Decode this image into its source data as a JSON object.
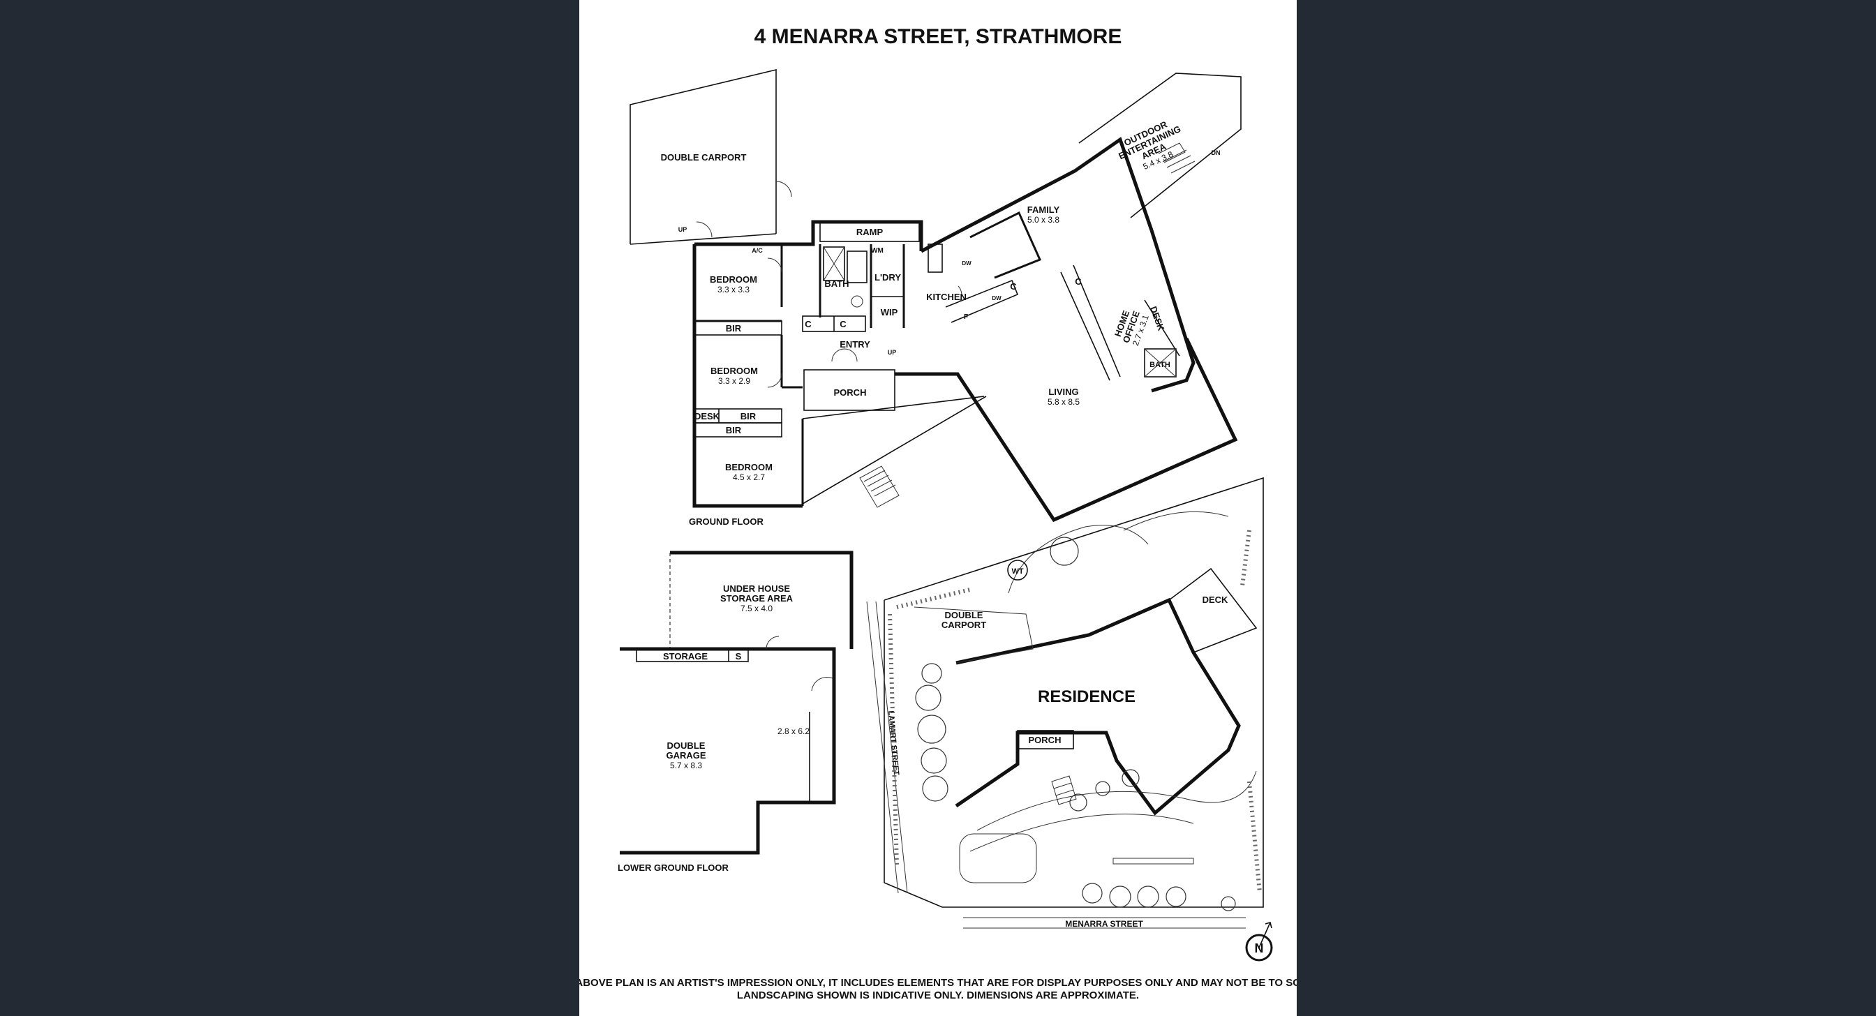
{
  "title": "4 MENARRA STREET, STRATHMORE",
  "ground_floor": {
    "label": "GROUND FLOOR",
    "rooms": {
      "double_carport": "DOUBLE CARPORT",
      "bedroom1": {
        "name": "BEDROOM",
        "dims": "3.3 x 3.3"
      },
      "bedroom2": {
        "name": "BEDROOM",
        "dims": "3.3 x 2.9"
      },
      "bedroom3": {
        "name": "BEDROOM",
        "dims": "4.5 x 2.7"
      },
      "bir1": "BIR",
      "bir2": "BIR",
      "bir3": "BIR",
      "desk1": "DESK",
      "bath": "BATH",
      "laundry": "L'DRY",
      "wm": "WM",
      "wip": "WIP",
      "kitchen": "KITCHEN",
      "ramp": "RAMP",
      "entry": "ENTRY",
      "porch": "PORCH",
      "family": {
        "name": "FAMILY",
        "dims": "5.0 x 3.8"
      },
      "living": {
        "name": "LIVING",
        "dims": "5.8 x 8.5"
      },
      "outdoor": {
        "line1": "OUTDOOR",
        "line2": "ENTERTAINING",
        "line3": "AREA",
        "dims": "5.4 x 3.8"
      },
      "home_office": {
        "line1": "HOME",
        "line2": "OFFICE",
        "dims": "2.7 x 3.1"
      },
      "desk2": "DESK",
      "bath2": "BATH",
      "c1": "C",
      "c2": "C",
      "c3": "C",
      "c4": "C",
      "f": "F",
      "dw1": "DW",
      "dw2": "DW",
      "ac": "A/C",
      "up1": "UP",
      "up2": "UP",
      "dn": "DN"
    }
  },
  "lower_ground_floor": {
    "label": "LOWER GROUND FLOOR",
    "rooms": {
      "under_house": {
        "line1": "UNDER HOUSE",
        "line2": "STORAGE AREA",
        "dims": "7.5 x 4.0"
      },
      "storage": "STORAGE",
      "s": "S",
      "garage": {
        "line1": "DOUBLE",
        "line2": "GARAGE",
        "dims": "5.7 x 8.3"
      },
      "workshop_dims": "2.8 x 6.2"
    }
  },
  "site": {
    "residence": "RESIDENCE",
    "double_carport": {
      "line1": "DOUBLE",
      "line2": "CARPORT"
    },
    "deck": "DECK",
    "porch": "PORCH",
    "wt": "WT",
    "lamart_street": "LAMART STREET",
    "menarra_street": "MENARRA STREET",
    "north": "N"
  },
  "disclaimer": {
    "line1": "THE ABOVE PLAN IS AN ARTIST'S IMPRESSION ONLY, IT INCLUDES ELEMENTS THAT ARE FOR DISPLAY PURPOSES ONLY AND MAY NOT BE TO SCALE.",
    "line2": "LANDSCAPING SHOWN IS INDICATIVE ONLY. DIMENSIONS ARE APPROXIMATE."
  },
  "colors": {
    "background": "#232a33",
    "sheet": "#ffffff",
    "ink": "#111111"
  }
}
